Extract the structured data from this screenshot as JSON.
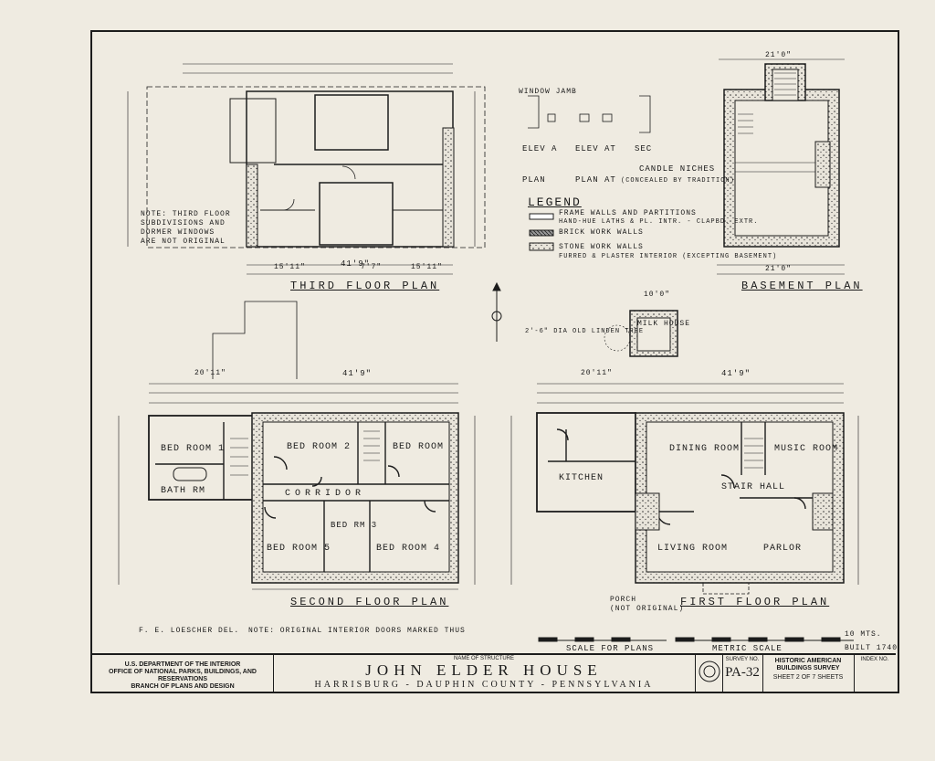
{
  "plans": {
    "third_floor": "THIRD FLOOR PLAN",
    "basement": "BASEMENT PLAN",
    "second_floor": "SECOND FLOOR PLAN",
    "first_floor": "FIRST FLOOR PLAN"
  },
  "rooms": {
    "bed_room_1": "BED ROOM 1",
    "bed_room_2": "BED ROOM 2",
    "bed_room_3": "BED RM 3",
    "bed_room_4": "BED ROOM 4",
    "bed_room_5": "BED ROOM 5",
    "bed_room_top": "BED ROOM",
    "bath_rm": "BATH RM",
    "corridor": "CORRIDOR",
    "kitchen": "KITCHEN",
    "dining_room": "DINING ROOM",
    "music_room": "MUSIC ROOM",
    "stair_hall": "STAIR HALL",
    "living_room": "LIVING ROOM",
    "parlor": "PARLOR",
    "milk_house": "MILK HOUSE",
    "porch": "PORCH",
    "porch_note": "(NOT ORIGINAL)"
  },
  "notes": {
    "third_floor_note": [
      "NOTE: THIRD FLOOR",
      "SUBDIVISIONS AND",
      "DORMER WINDOWS",
      "ARE NOT ORIGINAL"
    ],
    "tree_note": "2'-6\" DIA OLD LINDEN TREE",
    "window_jamb": "WINDOW JAMB",
    "elev_a": "ELEV A",
    "elev_at": "ELEV AT",
    "sec": "SEC",
    "plan": "PLAN",
    "plan_at": "PLAN AT",
    "candle_niches": "CANDLE NICHES",
    "concealed": "(CONCEALED BY TRADITION)",
    "delineator": "F. E. LOESCHER DEL.",
    "doors_note": "NOTE: ORIGINAL INTERIOR DOORS MARKED THUS",
    "scale_plans": "SCALE FOR PLANS",
    "metric_scale": "METRIC SCALE",
    "metric_units": "10 MTS.",
    "built": "BUILT 1740"
  },
  "legend": {
    "title": "LEGEND",
    "items": [
      "FRAME WALLS AND PARTITIONS",
      "HAND-HUE LATHS & PL. INTR. - CLAPBD. EXTR.",
      "BRICK WORK WALLS",
      "STONE WORK WALLS",
      "FURRED & PLASTER INTERIOR (EXCEPTING BASEMENT)"
    ]
  },
  "dimensions": {
    "third_overall": "41'9\"",
    "third_left": "15'11\"",
    "third_mid": "7'7\"",
    "third_right": "15'11\"",
    "basement_top": "21'0\"",
    "basement_bottom": "21'0\"",
    "second_overall": "41'9\"",
    "second_left": "20'11\"",
    "first_overall": "41'9\"",
    "first_left": "20'11\"",
    "milk_top": "10'0\""
  },
  "title_block": {
    "dept_lines": [
      "U.S. DEPARTMENT OF THE INTERIOR",
      "OFFICE OF NATIONAL PARKS, BUILDINGS, AND RESERVATIONS",
      "BRANCH OF PLANS AND DESIGN"
    ],
    "name_label": "NAME OF STRUCTURE",
    "structure_name": "JOHN ELDER HOUSE",
    "location": "HARRISBURG - DAUPHIN COUNTY - PENNSYLVANIA",
    "survey_label": "SURVEY NO.",
    "survey_no": "PA-32",
    "habs_line1": "HISTORIC AMERICAN",
    "habs_line2": "BUILDINGS SURVEY",
    "sheet_text": "SHEET 2 OF 7 SHEETS",
    "index_label": "INDEX NO."
  },
  "colors": {
    "ink": "#1c1c1c",
    "paper": "#efebe1"
  }
}
